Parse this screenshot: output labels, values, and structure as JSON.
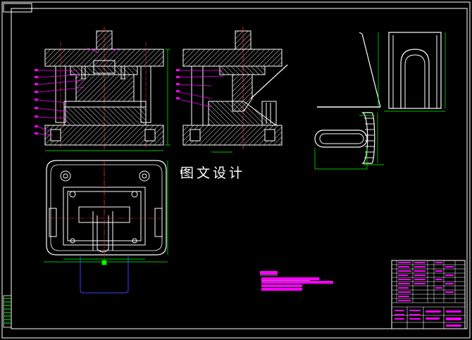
{
  "drawing": {
    "watermark": "图文设计",
    "colors": {
      "background": "#000000",
      "frame": "#ffffff",
      "part": "#ffffff",
      "hatch": "#ffffff",
      "dimension": "#00ff00",
      "centerline": "#ff0000",
      "leader": "#ff00ff",
      "hidden": "#3333ff"
    },
    "views": [
      "front-section-view",
      "side-section-view",
      "top-plan-view",
      "part-view-top",
      "part-view-bottom"
    ]
  }
}
